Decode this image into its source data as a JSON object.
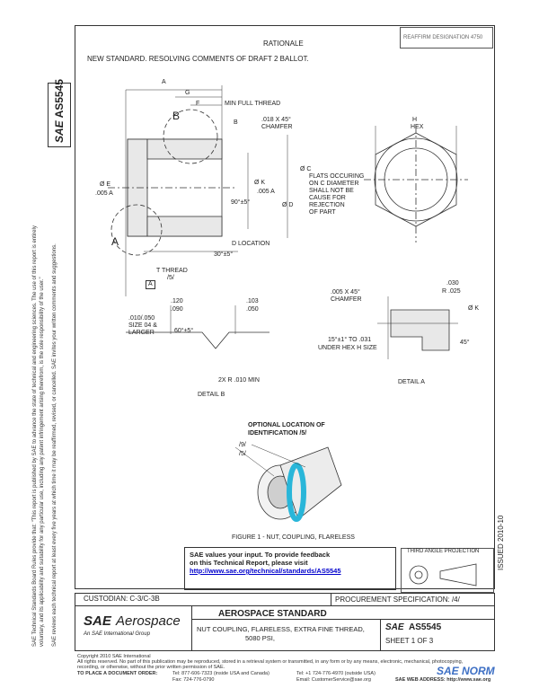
{
  "header": {
    "reaffirm_box": "REAFFIRM DESIGNATION 4750",
    "rationale_title": "RATIONALE",
    "rationale_text": "NEW STANDARD. RESOLVING COMMENTS OF DRAFT 2 BALLOT."
  },
  "side": {
    "doc_number": "AS5545",
    "notice_line1": "SAE Technical Standards Board Rules provide that: \"This report is published by SAE to advance the state of technical and engineering sciences. The use of this report is entirely",
    "notice_line2": "voluntary, and its applicability and suitability for any particular use, including any patent infringement arising therefrom, is the sole responsibility of the user.\"",
    "notice_line3": "SAE reviews each technical report at least every five years at which time it may be reaffirmed, revised, or cancelled. SAE invites your written comments and suggestions.",
    "issued_right": "ISSUED 2010-10"
  },
  "drawing": {
    "label_a_top": "A",
    "label_g": "G",
    "label_f": "F",
    "label_b_big": "B",
    "label_b": "B",
    "min_full_thread": "MIN FULL THREAD",
    "chamfer_top_1": ".018 X 45°",
    "chamfer_top_2": "CHAMFER",
    "label_h": "H",
    "label_hex": "HEX",
    "phi_e": "Ø E",
    "tol_005a": ".005  A",
    "phi_c": "Ø C",
    "phi_k": "Ø K",
    "tol_005a_k": ".005  A",
    "angle_90": "90°±5°",
    "phi_d": "Ø D",
    "flats_1": "FLATS OCCURING",
    "flats_2": "ON C DIAMETER",
    "flats_3": "SHALL NOT BE",
    "flats_4": "CAUSE FOR",
    "flats_5": "REJECTION",
    "flats_6": "OF PART",
    "d_location": "D LOCATION",
    "angle_30": "30°±5°",
    "label_a_left": "A",
    "t_thread": "T THREAD",
    "t_thread_note": "/5/",
    "datum_a": "A",
    "dim_120": ".120",
    "dim_090": ".090",
    "dim_103": ".103",
    "dim_050": ".050",
    "size_note_1": ".010/.050",
    "size_note_2": "SIZE 04 &",
    "size_note_3": "LARGER",
    "angle_60": "60°±5°",
    "radius_note": "2X R .010 MIN",
    "detail_b": "DETAIL B",
    "chamfer_a_1": ".005 X 45°",
    "chamfer_a_2": "CHAMFER",
    "dim_030": ".030",
    "r_025": "R .025",
    "phi_k_a": "Ø K",
    "angle_45": "45°",
    "under_hex_1": "15°±1° TO .031",
    "under_hex_2": "UNDER HEX H SIZE",
    "detail_a": "DETAIL A",
    "optional_id_1": "OPTIONAL LOCATION OF",
    "optional_id_2": "IDENTIFICATION /5/",
    "note_9": "/9/",
    "note_5": "/5/",
    "figure_caption": "FIGURE 1 - NUT, COUPLING, FLARELESS"
  },
  "feedback": {
    "line1": "SAE values your input. To provide feedback",
    "line2": "on this Technical Report, please visit",
    "link": "http://www.sae.org/technical/standards/AS5545"
  },
  "third_angle": "THIRD ANGLE PROJECTION",
  "title_block": {
    "custodian": "CUSTODIAN: C-3/C-3B",
    "procurement": "PROCUREMENT SPECIFICATION: /4/",
    "logo_sae": "SAE",
    "logo_aerospace": "Aerospace",
    "logo_sub": "An SAE International Group",
    "standard_title": "AEROSPACE STANDARD",
    "part_title_1": "NUT COUPLING, FLARELESS, EXTRA FINE THREAD,",
    "part_title_2": "5080 PSI,",
    "sae_small": "SAE",
    "doc_number": "AS5545",
    "sheet": "SHEET 1 OF 3"
  },
  "footer": {
    "copyright": "Copyright 2010 SAE International",
    "rights": "All rights reserved. No part of this publication may be reproduced, stored in a retrieval system or transmitted, in any form or by any means, electronic, mechanical, photocopying,",
    "rights2": "recording, or otherwise, without the prior written permission of SAE.",
    "order": "TO PLACE A DOCUMENT ORDER:",
    "tel1": "Tel:    877-606-7323 (inside USA and Canada)",
    "tel2": "Tel:    +1 724-776-4970 (outside USA)",
    "fax": "Fax:   724-776-0790",
    "email": "Email:  CustomerService@sae.org",
    "web": "SAE WEB ADDRESS:  http://www.sae.org",
    "watermark": "SAE NORM"
  },
  "colors": {
    "accent_ring": "#29b6d9",
    "link": "#0000cc",
    "watermark": "#3d6fc4"
  }
}
